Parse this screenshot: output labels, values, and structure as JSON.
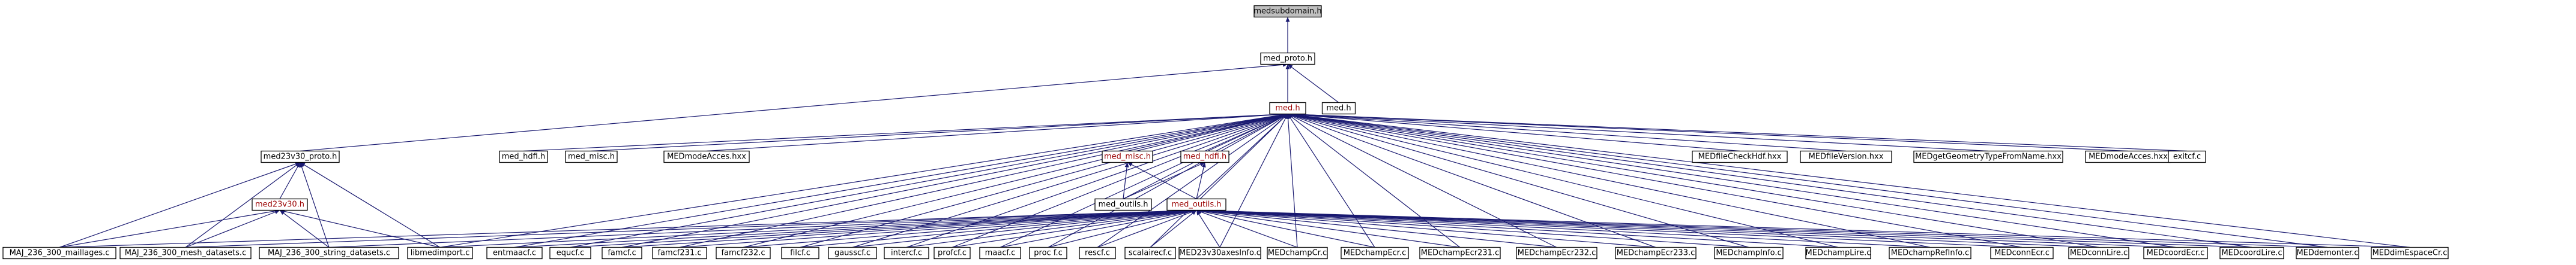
{
  "colors": {
    "edge": "#191970",
    "root_fill": "#bfbfbf",
    "node_fill": "#ffffff",
    "node_border": "#000000",
    "link_text": "#000000",
    "partial_border": "#ff0000",
    "partial_text": "#9a0000"
  },
  "nodes": {
    "medsubdomain_h": "medsubdomain.h",
    "med_proto_h": "med_proto.h",
    "med_h": "med.h",
    "med_h_plain": "med.h",
    "med23v30_proto_h": "med23v30_proto.h",
    "med_hdfi_h": "med_hdfi.h",
    "med_misc_h": "med_misc.h",
    "MEDmodeAcces_hxx": "MEDmodeAcces.hxx",
    "med_misc_h2": "med_misc.h",
    "med_hdfi_h2": "med_hdfi.h",
    "MEDfileCheckHdf_hxx": "MEDfileCheckHdf.hxx",
    "MEDfileVersion_hxx": "MEDfileVersion.hxx",
    "MEDgetGeometryTypeFromName_hxx": "MEDgetGeometryTypeFromName.hxx",
    "MEDmodeAcces_hxx2": "MEDmodeAcces.hxx",
    "exitcf_c": "exitcf.c",
    "med23v30_h": "med23v30.h",
    "med_outils_h2": "med_outils.h",
    "med_outils_h": "med_outils.h",
    "MAJ_236_300_maillages_c": "MAJ_236_300_maillages.c",
    "MAJ_236_300_mesh_datasets_c": "MAJ_236_300_mesh_datasets.c",
    "MAJ_236_300_string_datasets_c": "MAJ_236_300_string_datasets.c",
    "libmedimport_c": "libmedimport.c",
    "entmaacf_c": "entmaacf.c",
    "equcf_c": "equcf.c",
    "famcf_c": "famcf.c",
    "famcf231_c": "famcf231.c",
    "famcf232_c": "famcf232.c",
    "filcf_c": "filcf.c",
    "gausscf_c": "gausscf.c",
    "intercf_c": "intercf.c",
    "profcf_c": "profcf.c",
    "maacf_c": "maacf.c",
    "profcf_c2": "proc f.c",
    "resc_f_c": "rescf.c",
    "scalairecf_c": "scalairecf.c",
    "MED23v30axesInfo_c": "MED23v30axesInfo.c",
    "MEDchampCr_c": "MEDchampCr.c",
    "MEDchampEcr_c": "MEDchampEcr.c",
    "MEDchampEcr231_c": "MEDchampEcr231.c",
    "MEDchampEcr232_c": "MEDchampEcr232.c",
    "MEDchampEcr233_c": "MEDchampEcr233.c",
    "MEDchampInfo_c": "MEDchampInfo.c",
    "MEDchampLire_c": "MEDchampLire.c",
    "MEDchampRefInfo_c": "MEDchampRefInfo.c",
    "MEDconnEcr_c": "MEDconnEcr.c",
    "MEDconnLire_c": "MEDconnLire.c",
    "MEDcoordEcr_c": "MEDcoordEcr.c",
    "MEDcoordLire_c": "MEDcoordLire.c",
    "MEDdemonter_c": "MEDdemonter.c",
    "MEDdimEspaceCr_c": "MEDdimEspaceCr.c"
  }
}
